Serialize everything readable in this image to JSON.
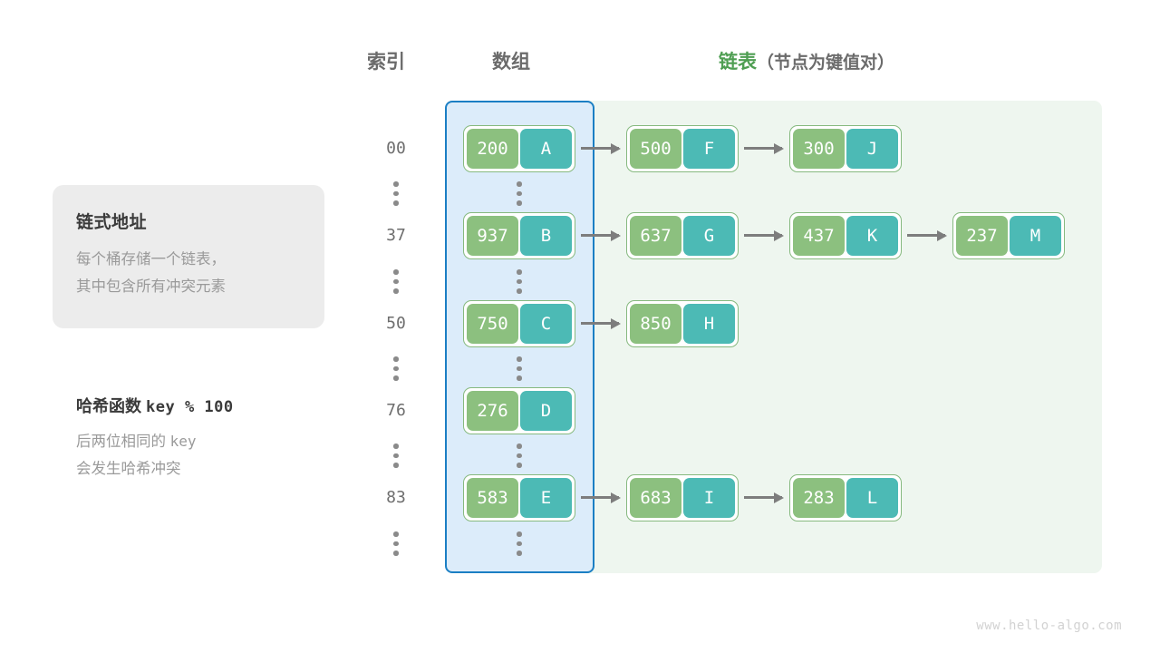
{
  "headings": {
    "index": "索引",
    "array": "数组",
    "list_accent": "链表",
    "list_sub": "（节点为键值对）"
  },
  "info_card": {
    "title": "链式地址",
    "line1": "每个桶存储一个链表，",
    "line2": "其中包含所有冲突元素"
  },
  "hash_block": {
    "title_label": "哈希函数",
    "title_expr": "key % 100",
    "desc_line1_a": "后两位相同的",
    "desc_line1_b": "key",
    "desc_line2": "会发生哈希冲突"
  },
  "colors": {
    "array_fill": "#dcecfa",
    "array_border": "#1b7fc4",
    "chain_fill": "#eef6ef",
    "node_key": "#8cc07f",
    "node_value": "#4cbab5",
    "node_border": "#86b97f",
    "arrow": "#7d7d7d",
    "accent_green": "#4e9e52",
    "text_gray": "#6b6b6b"
  },
  "buckets": [
    {
      "index": "00",
      "bucket": {
        "key": "200",
        "value": "A"
      },
      "chain": [
        {
          "key": "500",
          "value": "F"
        },
        {
          "key": "300",
          "value": "J"
        }
      ]
    },
    {
      "index": "37",
      "bucket": {
        "key": "937",
        "value": "B"
      },
      "chain": [
        {
          "key": "637",
          "value": "G"
        },
        {
          "key": "437",
          "value": "K"
        },
        {
          "key": "237",
          "value": "M"
        }
      ]
    },
    {
      "index": "50",
      "bucket": {
        "key": "750",
        "value": "C"
      },
      "chain": [
        {
          "key": "850",
          "value": "H"
        }
      ]
    },
    {
      "index": "76",
      "bucket": {
        "key": "276",
        "value": "D"
      },
      "chain": []
    },
    {
      "index": "83",
      "bucket": {
        "key": "583",
        "value": "E"
      },
      "chain": [
        {
          "key": "683",
          "value": "I"
        },
        {
          "key": "283",
          "value": "L"
        }
      ]
    }
  ],
  "watermark": "www.hello-algo.com"
}
